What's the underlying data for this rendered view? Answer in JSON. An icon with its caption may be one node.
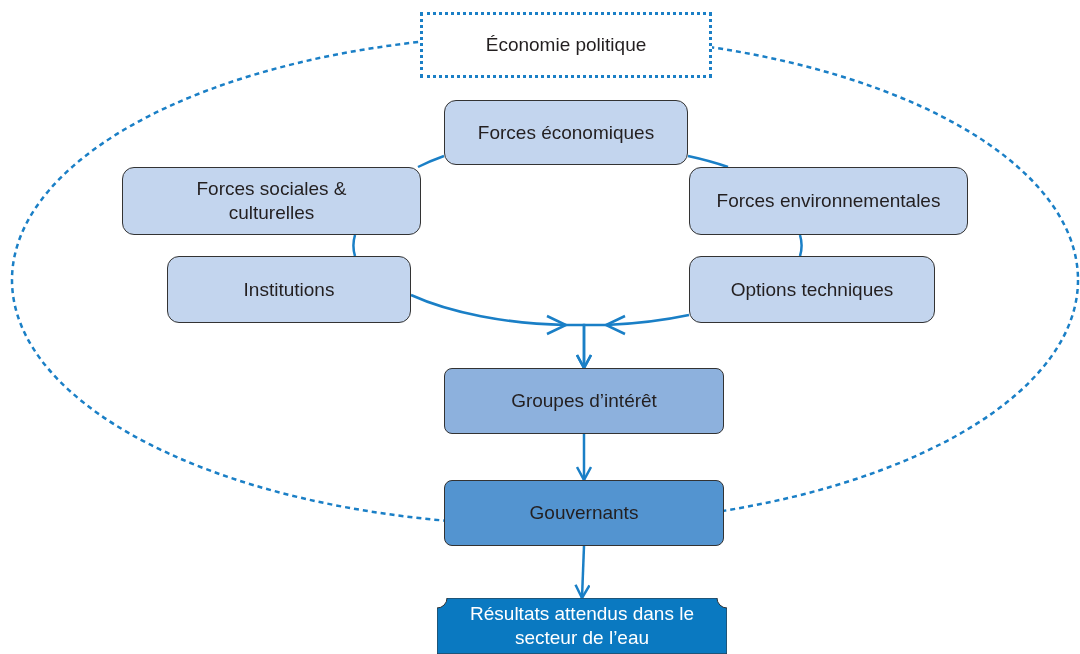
{
  "diagram": {
    "nodes": [
      {
        "text": [
          "Économie politique"
        ]
      },
      {
        "text": [
          "Forces économiques"
        ]
      },
      {
        "text": [
          "Forces sociales & culturelles"
        ]
      },
      {
        "text": [
          "Forces environnementales"
        ]
      },
      {
        "text": [
          "Institutions"
        ]
      },
      {
        "text": [
          "Options techniques"
        ]
      },
      {
        "text": [
          "Groupes d’intérêt"
        ]
      },
      {
        "text": [
          "Gouvernants"
        ]
      },
      {
        "text": [
          "Résultats attendus dans le secteur de l’eau"
        ]
      }
    ],
    "edges": [
      {
        "from": 1,
        "to": 2,
        "arrow": "none"
      },
      {
        "from": 1,
        "to": 3,
        "arrow": "none"
      },
      {
        "from": 2,
        "to": 4,
        "arrow": "none"
      },
      {
        "from": 3,
        "to": 5,
        "arrow": "none"
      },
      {
        "from": 4,
        "to": 6,
        "arrow": "to"
      },
      {
        "from": 5,
        "to": 6,
        "arrow": "to"
      },
      {
        "from": 6,
        "to": 7,
        "arrow": "to"
      },
      {
        "from": 7,
        "to": 8,
        "arrow": "to"
      }
    ]
  }
}
